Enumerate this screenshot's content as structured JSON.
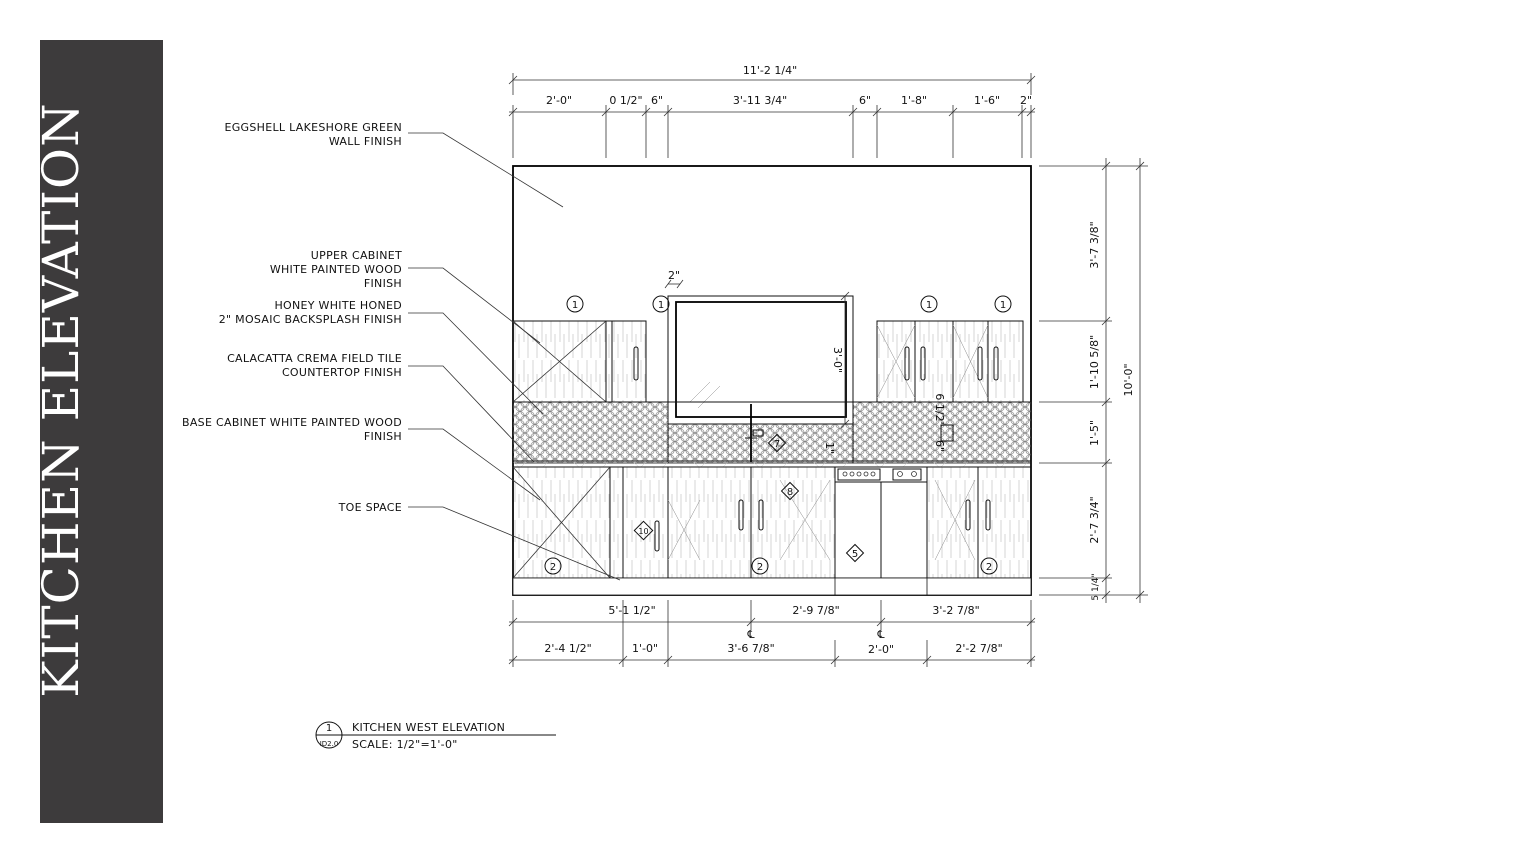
{
  "sidebar": {
    "title": "KITCHEN ELEVATION"
  },
  "dimensions_top": {
    "overall": "11'-2 1/4\"",
    "segments": [
      "2'-0\"",
      "0 1/2\"",
      "6\"",
      "3'-11 3/4\"",
      "6\"",
      "1'-8\"",
      "1'-6\"",
      "2\""
    ]
  },
  "dimensions_right": {
    "segments": [
      "3'-7 3/8\"",
      "1'-10 5/8\"",
      "1'-5\"",
      "2'-7 3/4\"",
      "5 1/4\""
    ],
    "overall": "10'-0\""
  },
  "dimensions_bottom": {
    "row1": [
      "5'-1 1/2\"",
      "2'-9 7/8\"",
      "3'-2 7/8\""
    ],
    "row2": [
      "2'-4 1/2\"",
      "1'-0\"",
      "3'-6 7/8\"",
      "2'-0\"",
      "2'-2 7/8\""
    ],
    "centerline_mark": "℄"
  },
  "dimensions_inner": {
    "window_offset": "2\"",
    "window_height": "3'-0\"",
    "faucet_gap": "1\"",
    "outlet_a": "6 1/2\"",
    "outlet_b": "6\""
  },
  "callouts": [
    {
      "lines": [
        "EGGSHELL LAKESHORE GREEN",
        "WALL FINISH"
      ]
    },
    {
      "lines": [
        "UPPER CABINET",
        "WHITE PAINTED WOOD",
        "FINISH"
      ]
    },
    {
      "lines": [
        "HONEY WHITE HONED",
        "2\" MOSAIC BACKSPLASH FINISH"
      ]
    },
    {
      "lines": [
        "CALACATTA CREMA FIELD TILE",
        "COUNTERTOP FINISH"
      ]
    },
    {
      "lines": [
        "BASE CABINET WHITE PAINTED WOOD",
        "FINISH"
      ]
    },
    {
      "lines": [
        "TOE SPACE"
      ]
    }
  ],
  "tags": {
    "upper": [
      "1",
      "1",
      "1",
      "1"
    ],
    "base": [
      "2",
      "2",
      "2"
    ],
    "diamonds": [
      "7",
      "8",
      "10",
      "5"
    ]
  },
  "title_block": {
    "number": "1",
    "sheet": "ID2.0",
    "name": "KITCHEN WEST ELEVATION",
    "scale": "SCALE: 1/2\"=1'-0\""
  },
  "colors": {
    "sidebar": "#3d3b3c",
    "sidebar_text": "#ffffff",
    "line": "#111111"
  }
}
